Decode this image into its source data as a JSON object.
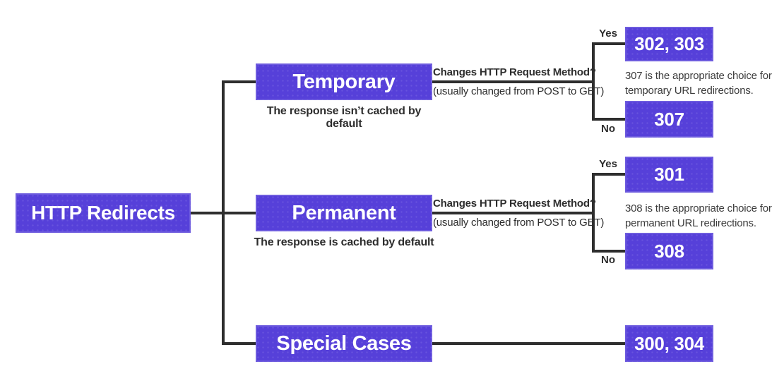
{
  "diagram": {
    "title": "HTTP Redirects decision tree",
    "colors": {
      "box_fill": "#5640d9",
      "box_text": "#ffffff",
      "line": "#2e2e2e",
      "label_text": "#2d2d2d",
      "background": "#ffffff"
    },
    "root": {
      "label": "HTTP Redirects"
    },
    "branches": [
      {
        "label": "Temporary",
        "caption": "The response isn’t cached by default",
        "question": "Changes HTTP Request Method?",
        "question_sub": "(usually changed from POST to GET)",
        "yes_label": "Yes",
        "no_label": "No",
        "yes_result": "302, 303",
        "no_result": "307",
        "note": "307 is the appropriate choice for temporary URL redirections."
      },
      {
        "label": "Permanent",
        "caption": "The response is cached by default",
        "question": "Changes HTTP Request Method?",
        "question_sub": "(usually changed from POST to GET)",
        "yes_label": "Yes",
        "no_label": "No",
        "yes_result": "301",
        "no_result": "308",
        "note": "308 is the appropriate choice for permanent URL redirections."
      },
      {
        "label": "Special Cases",
        "result": "300, 304"
      }
    ]
  }
}
